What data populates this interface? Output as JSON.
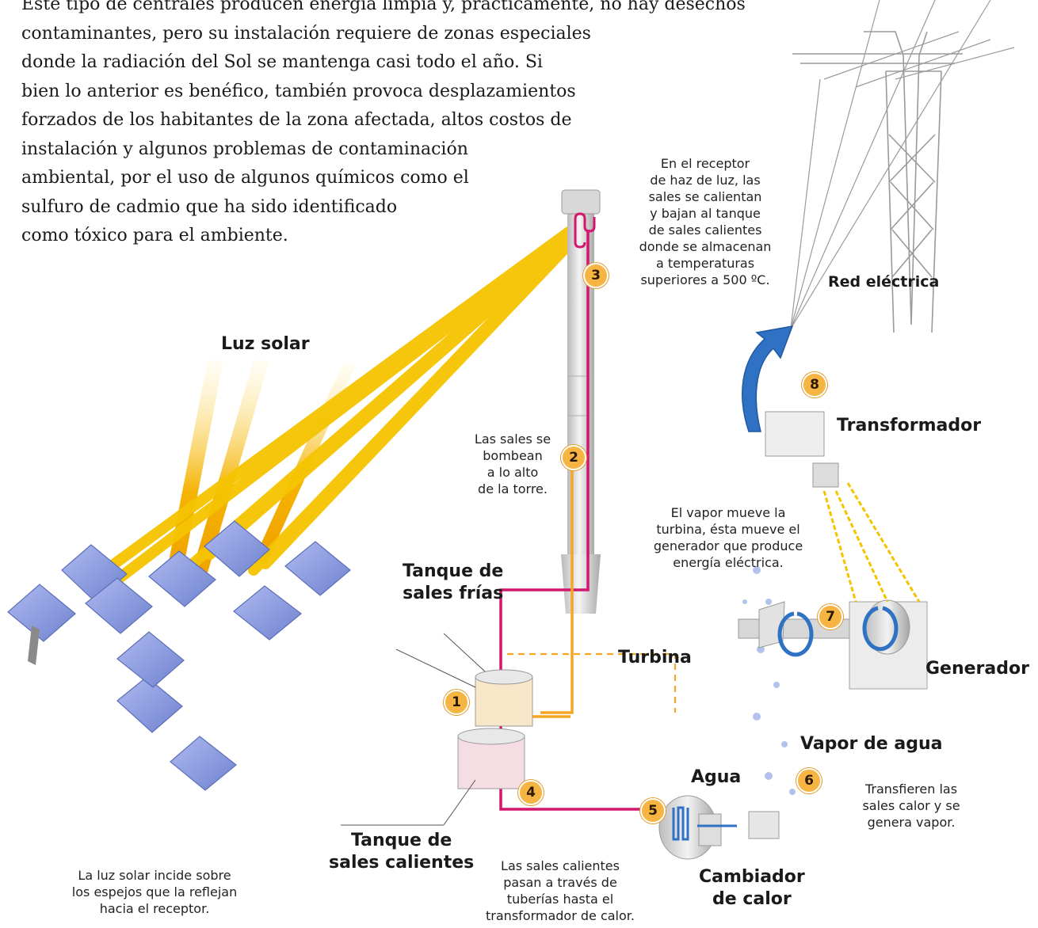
{
  "intro_lines": [
    "Este tipo de centrales producen energía limpia y, prácticamente, no hay desechos",
    "contaminantes, pero su instalación requiere de zonas especiales",
    "donde la radiación del Sol se mantenga casi todo el año. Si",
    "bien lo anterior es benéfico, también provoca desplazamientos",
    "forzados de los habitantes de la zona afectada, altos costos de",
    "instalación y algunos problemas de contaminación",
    "ambiental, por el uso de algunos químicos como el",
    "sulfuro de cadmio que ha sido identificado",
    "como tóxico para el ambiente."
  ],
  "labels": {
    "luz_solar": "Luz solar",
    "red_electrica": "Red eléctrica",
    "transformador": "Transformador",
    "generador": "Generador",
    "turbina": "Turbina",
    "vapor_de_agua": "Vapor de agua",
    "agua": "Agua",
    "tanque_frias": [
      "Tanque de",
      "sales frías"
    ],
    "tanque_calientes": [
      "Tanque de",
      "sales calientes"
    ],
    "cambiador": [
      "Cambiador",
      "de calor"
    ]
  },
  "notes": {
    "receptor": [
      "En el receptor",
      "de haz de luz, las",
      "sales se calientan",
      "y bajan al tanque",
      "de sales calientes",
      "donde se almacenan",
      "a temperaturas",
      "superiores a 500 ºC."
    ],
    "bombean": [
      "Las sales se",
      "bombean",
      "a lo alto",
      "de la torre."
    ],
    "vapor_turbina": [
      "El vapor mueve la",
      "turbina, ésta mueve el",
      "generador que produce",
      "energía eléctrica."
    ],
    "transfieren": [
      "Transfieren las",
      "sales calor y se",
      "genera vapor."
    ],
    "espejos": [
      "La luz solar incide sobre",
      "los espejos que la reflejan",
      "hacia el receptor."
    ],
    "tuberias": [
      "Las sales calientes",
      "pasan a través de",
      "tuberías hasta el",
      "transformador de calor."
    ]
  },
  "steps": [
    "1",
    "2",
    "3",
    "4",
    "5",
    "6",
    "7",
    "8"
  ],
  "colors": {
    "ray": "#f7c600",
    "ray_dark": "#f0a500",
    "hot_pipe": "#d3166e",
    "cold_pipe": "#f5a623",
    "blue_arrow": "#2f72c4",
    "panel": "#8e9fe0",
    "tower": "#dcdcdc"
  }
}
